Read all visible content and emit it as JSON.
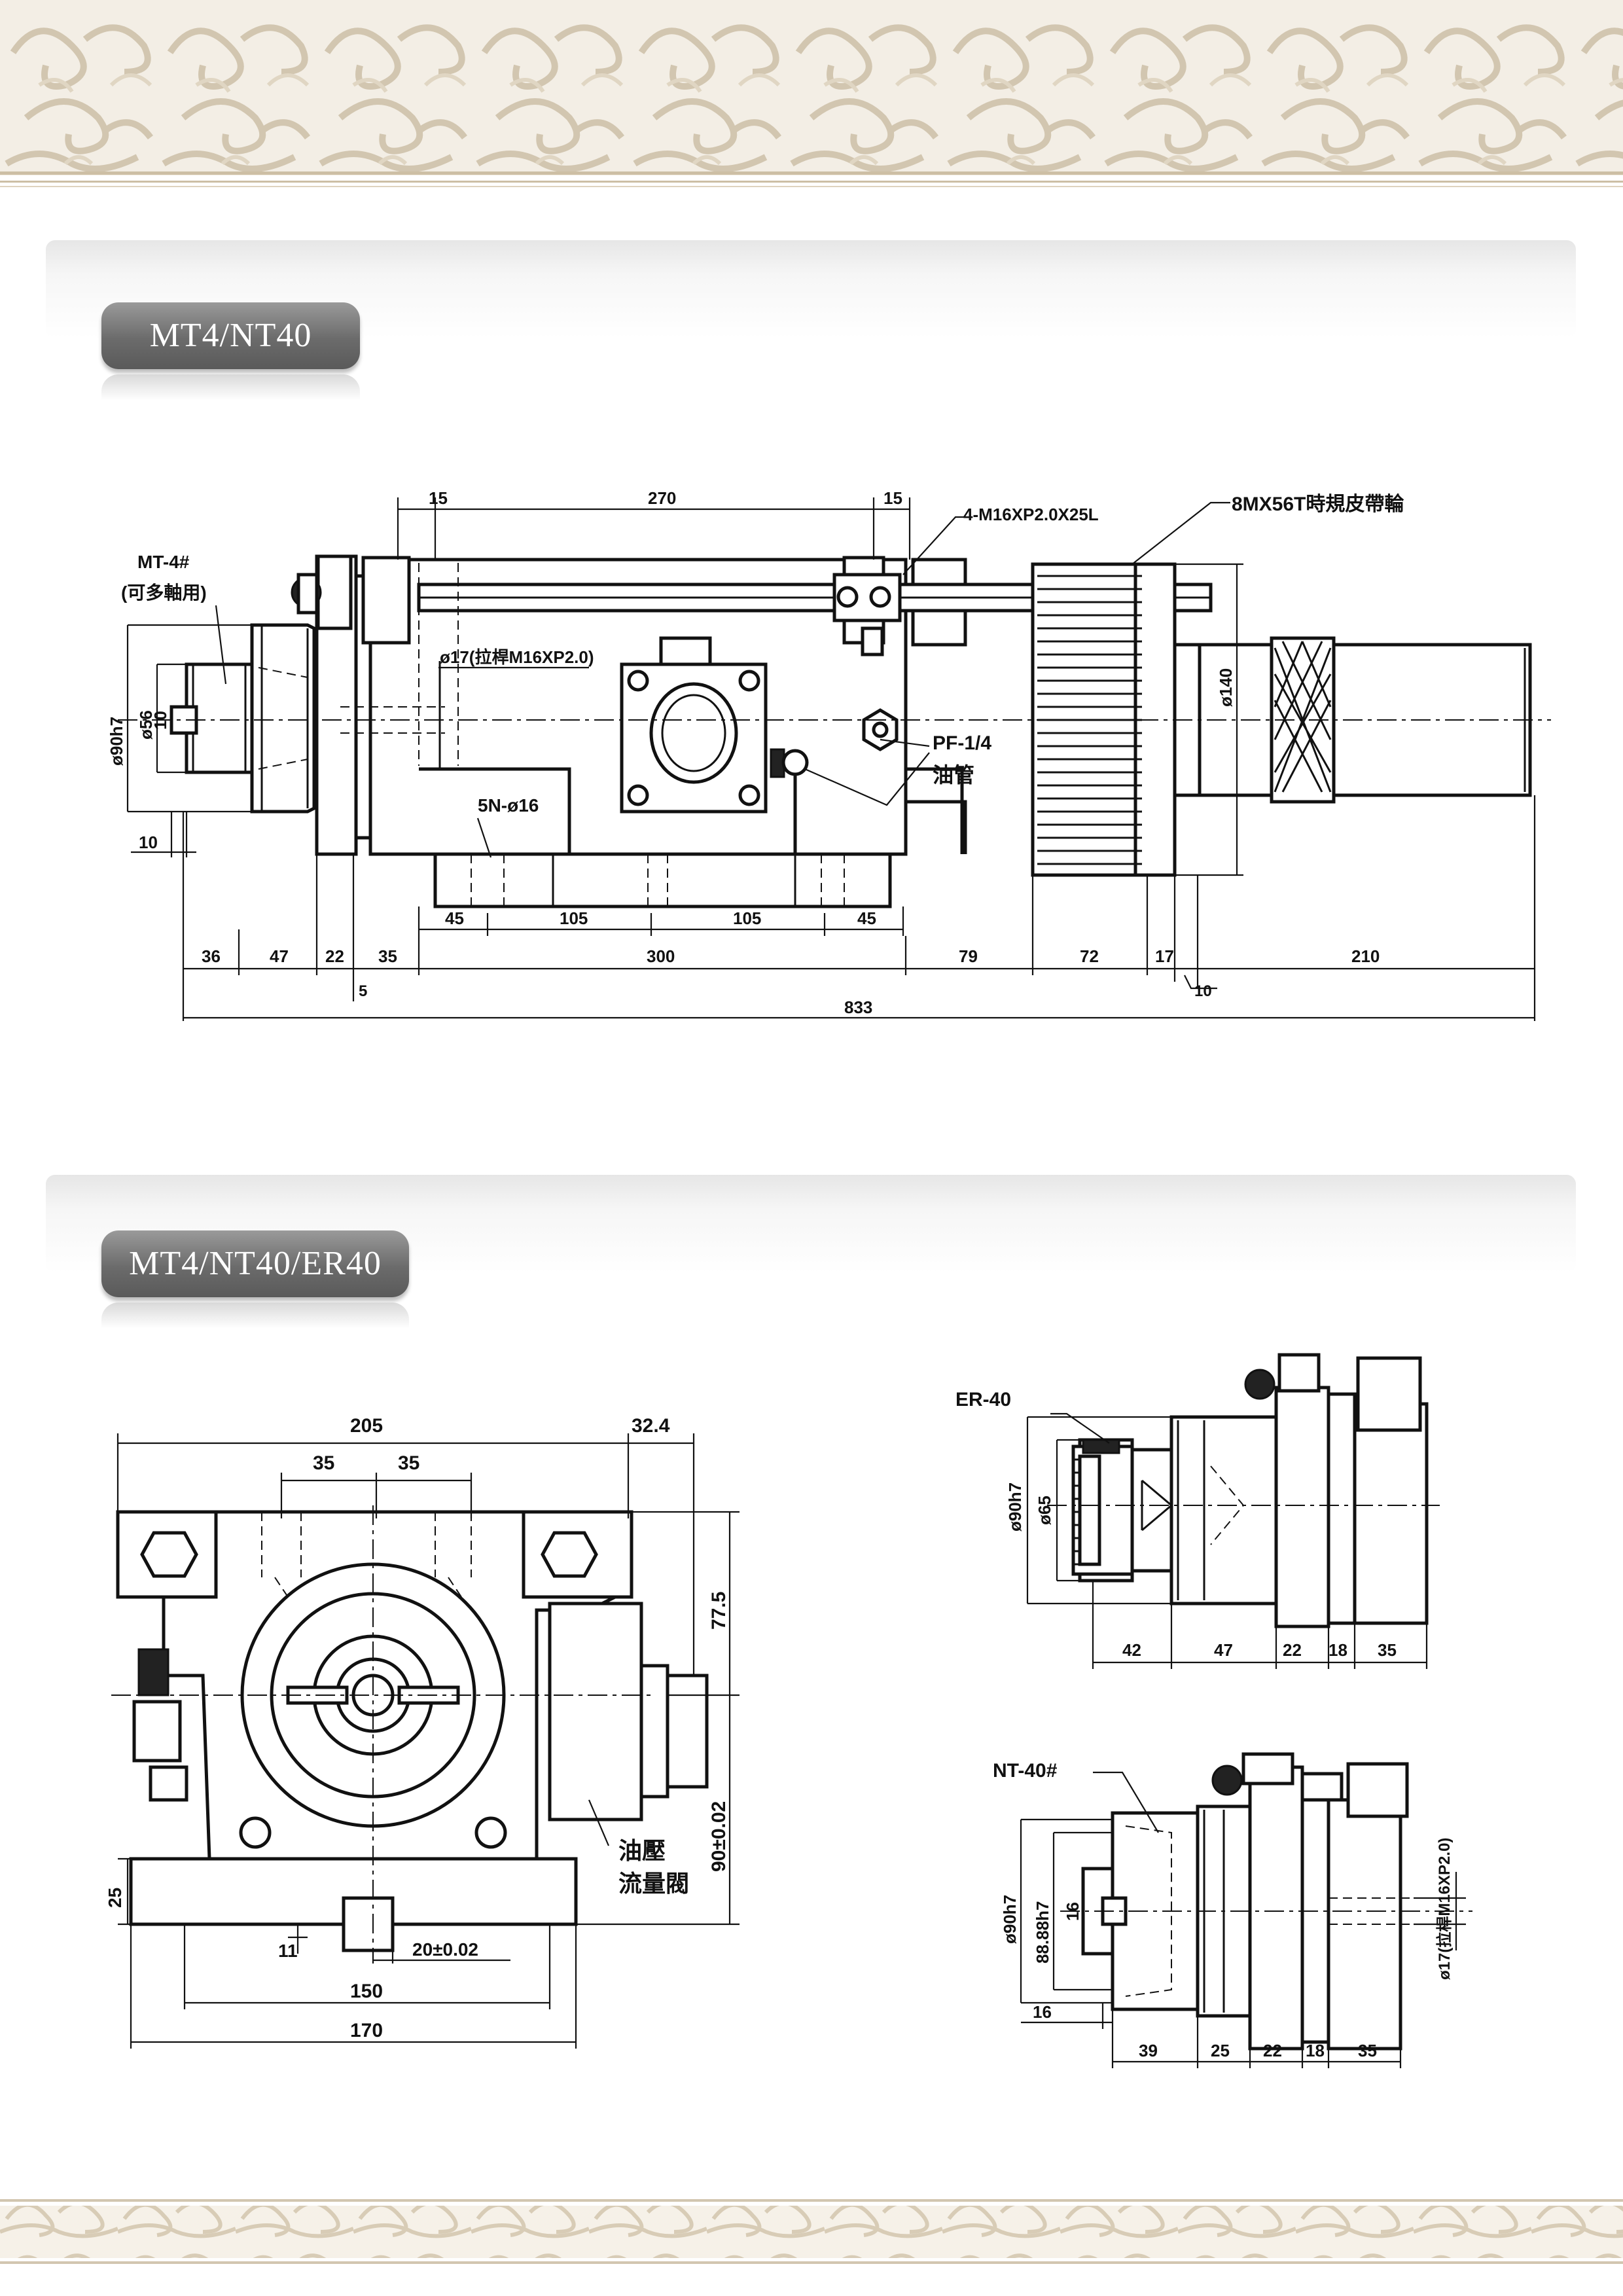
{
  "sections": [
    {
      "tab": "MT4/NT40"
    },
    {
      "tab": "MT4/NT40/ER40"
    }
  ],
  "top_view": {
    "labels": {
      "mt4": "MT-4#",
      "mt4_note": "(可多軸用)",
      "bolt": "4-M16XP2.0X25L",
      "pulley": "8MX56T時規皮帶輪",
      "pullrod": "ø17(拉桿M16XP2.0)",
      "holes": "5N-ø16",
      "pf": "PF-1/4",
      "oil_pipe": "油管",
      "d90": "ø90h7",
      "d56": "ø56",
      "d10": "10",
      "d140": "ø140"
    },
    "top_dims": [
      "15",
      "270",
      "15"
    ],
    "row1": [
      "45",
      "105",
      "105",
      "45"
    ],
    "row2": [
      "36",
      "47",
      "22",
      "35",
      "300",
      "79",
      "72",
      "17",
      "210"
    ],
    "small_left": "10",
    "small5": "5",
    "small10": "10",
    "total": "833"
  },
  "front_view": {
    "w205": "205",
    "w32": "32.4",
    "w35a": "35",
    "w35b": "35",
    "h775": "77.5",
    "h90": "90±0.02",
    "h25": "25",
    "valve1": "油壓",
    "valve2": "流量閥",
    "d11": "11",
    "d20": "20±0.02",
    "w150": "150",
    "w170": "170"
  },
  "er_view": {
    "title": "ER-40",
    "d90": "ø90h7",
    "d65": "ø65",
    "dims": [
      "42",
      "47",
      "22",
      "18",
      "35"
    ]
  },
  "nt_view": {
    "title": "NT-40#",
    "d90": "ø90h7",
    "d88": "88.88h7",
    "d16": "16",
    "pullrod": "ø17(拉桿M16XP2.0)",
    "d16b": "16",
    "dims": [
      "39",
      "25",
      "22",
      "18",
      "35"
    ]
  }
}
